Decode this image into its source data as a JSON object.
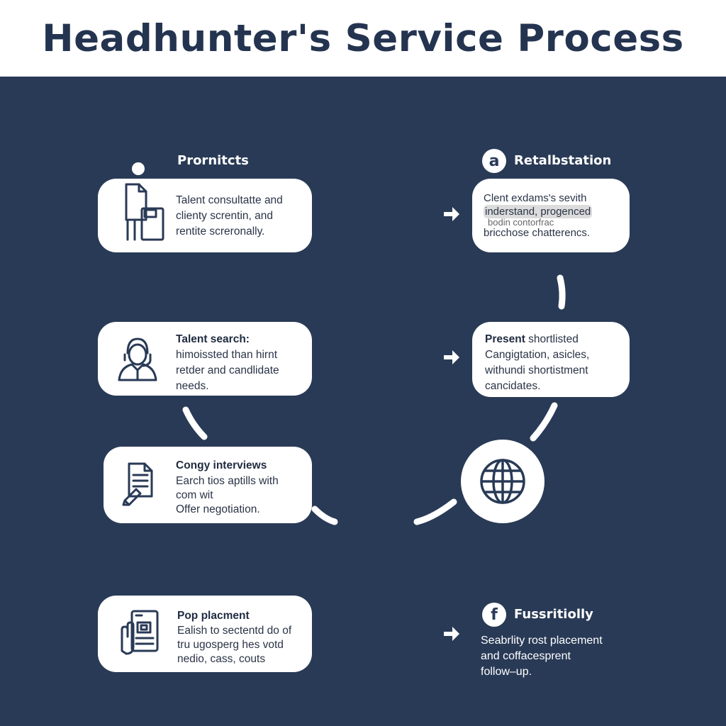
{
  "title": "Headhunter's Service Process",
  "left": {
    "section_label": "Prornitcts",
    "cards": [
      {
        "heading": "",
        "lines": [
          "Talent consultatte and",
          "clienty screntin, and",
          "rentite screronally."
        ],
        "icon": "person-document-icon"
      },
      {
        "heading": "Talent search:",
        "lines": [
          "himoissted than hirnt",
          "retder and candlidate",
          "needs."
        ],
        "icon": "person-headset-icon"
      },
      {
        "heading": "Congy interviews",
        "lines": [
          "Earch tios aptills with",
          "com wit",
          "Offer negotiation."
        ],
        "icon": "document-pen-icon"
      },
      {
        "heading": "Pop placment",
        "lines": [
          "Ealish to sectentd do of",
          "tru ugosperg hes votd",
          "nedio, cass, couts"
        ],
        "icon": "hand-document-icon"
      }
    ]
  },
  "right": {
    "section_label": "Retalbstation",
    "section_badge": "a",
    "cards": [
      {
        "heading": "",
        "lines": [
          "Clent exdams's sevith",
          "inderstand, progenced",
          "bodin contorfrac",
          "bricchose chatterencs."
        ]
      },
      {
        "heading": "Present",
        "heading_rest": " shortlisted",
        "lines": [
          "Cangigtation, asicles,",
          "withundi shortistment",
          "cancidates."
        ]
      }
    ],
    "globe_icon": "globe-icon",
    "final_label": "Fussritiolly",
    "final_badge": "f",
    "final_lines": [
      "Seabrlity rost placement",
      "and coffacesprent",
      "follow–up."
    ]
  },
  "colors": {
    "panel_bg": "#293a56",
    "title_color": "#243450",
    "card_bg": "#ffffff",
    "icon_stroke": "#293a56"
  }
}
